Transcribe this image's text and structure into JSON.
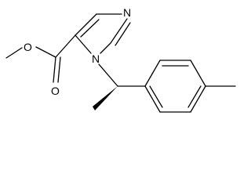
{
  "molecule": {
    "atoms": {
      "ring_n_top": "N",
      "ring_n_bottom": "N",
      "ester_o_single": "O",
      "ester_o_double": "O"
    }
  }
}
